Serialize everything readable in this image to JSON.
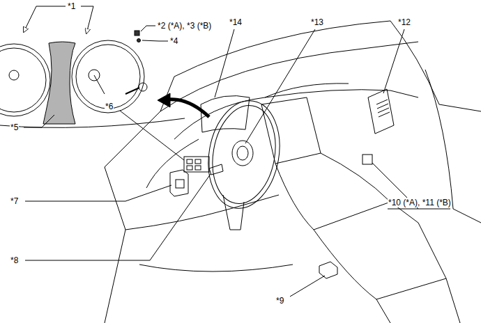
{
  "diagram": {
    "labels": [
      "*1",
      "*2 (*A), *3 (*B)",
      "*4",
      "*5",
      "*6",
      "*7",
      "*8",
      "*9",
      "*10 (*A), *11 (*B)",
      "*12",
      "*13",
      "*14"
    ]
  }
}
